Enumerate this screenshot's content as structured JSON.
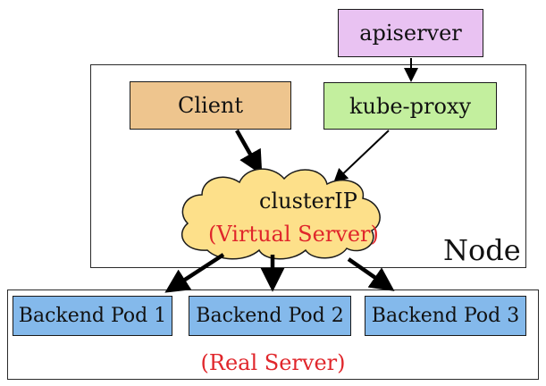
{
  "nodes": {
    "apiserver": {
      "label": "apiserver",
      "color": "#e9c2f2"
    },
    "client": {
      "label": "Client",
      "color": "#eec58e"
    },
    "kube_proxy": {
      "label": "kube-proxy",
      "color": "#c3ef9e"
    },
    "cluster_ip": {
      "label": "clusterIP",
      "sublabel": "(Virtual Server)",
      "color": "#fde08a"
    },
    "backend_pods": [
      {
        "label": "Backend Pod 1"
      },
      {
        "label": "Backend Pod 2"
      },
      {
        "label": "Backend Pod 3"
      }
    ]
  },
  "groups": {
    "node": {
      "label": "Node"
    },
    "real_server": {
      "label": "(Real Server)"
    }
  },
  "colors": {
    "pod_fill": "#84b9eb",
    "accent_red": "#e0262b"
  }
}
